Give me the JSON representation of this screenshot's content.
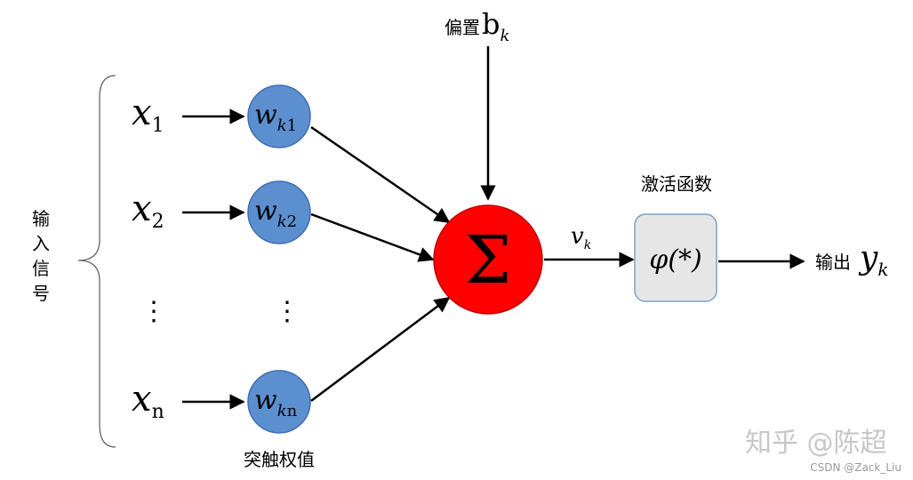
{
  "input_signal_label": [
    "输",
    "入",
    "信",
    "号"
  ],
  "inputs": [
    {
      "base": "x",
      "sub": "1"
    },
    {
      "base": "x",
      "sub": "2"
    },
    {
      "base": "x",
      "sub": "n"
    }
  ],
  "weights": [
    {
      "base": "w",
      "sub_italic": "k",
      "sub": "1"
    },
    {
      "base": "w",
      "sub_italic": "k",
      "sub": "2"
    },
    {
      "base": "w",
      "sub_italic": "k",
      "sub": "n"
    }
  ],
  "ellipsis": "⋮",
  "synapse_weight_label": "突触权值",
  "bias_label": "偏置",
  "bias_symbol": {
    "base": "b",
    "sub": "k"
  },
  "sum_symbol": "Σ",
  "net_input": {
    "base": "v",
    "sub": "k"
  },
  "activation_label": "激活函数",
  "activation_symbol": "φ(*)",
  "output_label": "输出",
  "output_symbol": {
    "base": "y",
    "sub": "k"
  },
  "watermark_main": "知乎 @陈超",
  "watermark_small": "CSDN @Zack_Liu",
  "colors": {
    "weight_fill": "#5b8fd0",
    "weight_stroke": "#3f6fae",
    "sum_fill": "#ff0000",
    "sum_stroke": "#c00000",
    "activation_fill": "#e6e6e6",
    "activation_stroke": "#7fa3c8",
    "line": "#000000",
    "watermark": "#c8c8c8"
  }
}
